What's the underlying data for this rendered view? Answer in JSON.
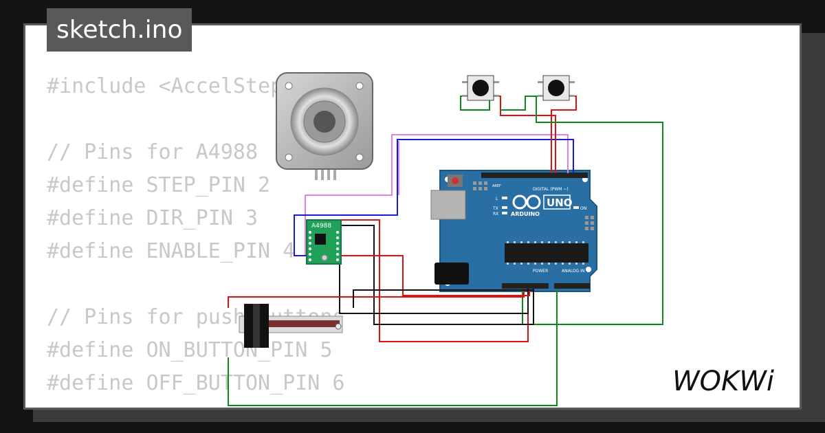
{
  "tab": {
    "filename": "sketch.ino"
  },
  "code_lines": [
    "#include <AccelStepper.h>",
    "",
    "// Pins for A4988",
    "#define STEP_PIN 2",
    "#define DIR_PIN 3",
    "#define ENABLE_PIN 4",
    "",
    "// Pins for push buttons",
    "#define ON_BUTTON_PIN 5",
    "#define OFF_BUTTON_PIN 6"
  ],
  "parts": {
    "driver_label": "A4988",
    "board": {
      "uno": "UNO",
      "arduino": "ARDUINO",
      "on": "ON",
      "l": "L",
      "tx": "TX",
      "rx": "RX",
      "digital": "DIGITAL (PWM ~)",
      "power": "POWER",
      "analog": "ANALOG IN",
      "aref": "AREF"
    }
  },
  "brand": {
    "logo_text": "WOKWi"
  },
  "colors": {
    "wire_red": "#e01010",
    "wire_black": "#111111",
    "wire_green": "#0a8a1a",
    "wire_blue": "#1818d8",
    "wire_pink": "#e080e8",
    "board": "#2a6fa3",
    "driver": "#21a05a"
  }
}
